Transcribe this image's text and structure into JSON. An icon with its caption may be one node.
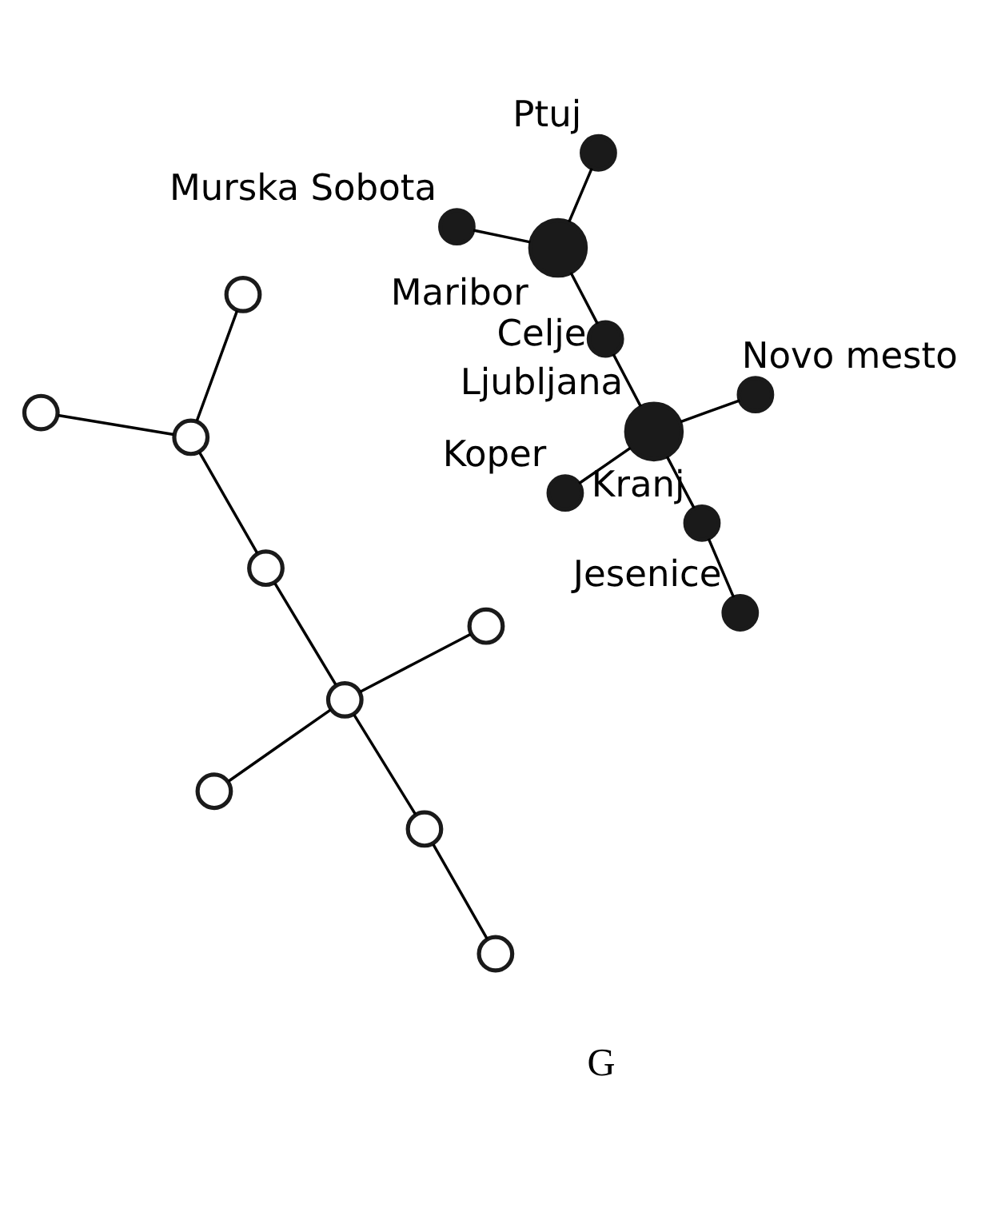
{
  "diagram": {
    "nodes": [
      {
        "text": [],
        "shape": "circle",
        "beside": [
          "Murska Sobota"
        ]
      },
      {
        "text": [],
        "shape": "circle",
        "beside": [
          "Maribor"
        ]
      },
      {
        "text": [],
        "shape": "circle",
        "beside": [
          "Jesenice"
        ]
      },
      {
        "text": [],
        "shape": "circle",
        "beside": [
          "Ptuj"
        ]
      },
      {
        "text": [],
        "shape": "circle",
        "beside": [
          "Kranj"
        ]
      },
      {
        "text": [],
        "shape": "circle",
        "beside": [
          "Celje"
        ]
      },
      {
        "text": [],
        "shape": "circle",
        "beside": [
          "Ljubljana"
        ]
      },
      {
        "text": [],
        "shape": "circle",
        "beside": [
          "Novo mesto"
        ]
      },
      {
        "text": [],
        "shape": "circle",
        "beside": [
          "Koper"
        ]
      },
      {
        "text": [],
        "shape": "circle"
      },
      {
        "text": [],
        "shape": "circle"
      },
      {
        "text": [],
        "shape": "circle"
      },
      {
        "text": [],
        "shape": "circle"
      },
      {
        "text": [],
        "shape": "circle"
      },
      {
        "text": [],
        "shape": "circle"
      },
      {
        "text": [],
        "shape": "circle"
      },
      {
        "text": [],
        "shape": "circle"
      },
      {
        "text": [],
        "shape": "circle"
      }
    ],
    "edges": [
      {
        "from": 6,
        "to": 4,
        "arrow": "none"
      },
      {
        "from": 4,
        "to": 2,
        "arrow": "none"
      },
      {
        "from": 6,
        "to": 5,
        "arrow": "none"
      },
      {
        "from": 5,
        "to": 1,
        "arrow": "none"
      },
      {
        "from": 1,
        "to": 0,
        "arrow": "none"
      },
      {
        "from": 1,
        "to": 3,
        "arrow": "none"
      },
      {
        "from": 6,
        "to": 7,
        "arrow": "none"
      },
      {
        "from": 6,
        "to": 8,
        "arrow": "none"
      },
      {
        "from": 15,
        "to": 13,
        "arrow": "none"
      },
      {
        "from": 13,
        "to": 11,
        "arrow": "none"
      },
      {
        "from": 15,
        "to": 14,
        "arrow": "none"
      },
      {
        "from": 14,
        "to": 10,
        "arrow": "none"
      },
      {
        "from": 10,
        "to": 9,
        "arrow": "none"
      },
      {
        "from": 10,
        "to": 12,
        "arrow": "none"
      },
      {
        "from": 15,
        "to": 16,
        "arrow": "none"
      },
      {
        "from": 15,
        "to": 17,
        "arrow": "none"
      }
    ],
    "labels": [
      "G"
    ]
  }
}
